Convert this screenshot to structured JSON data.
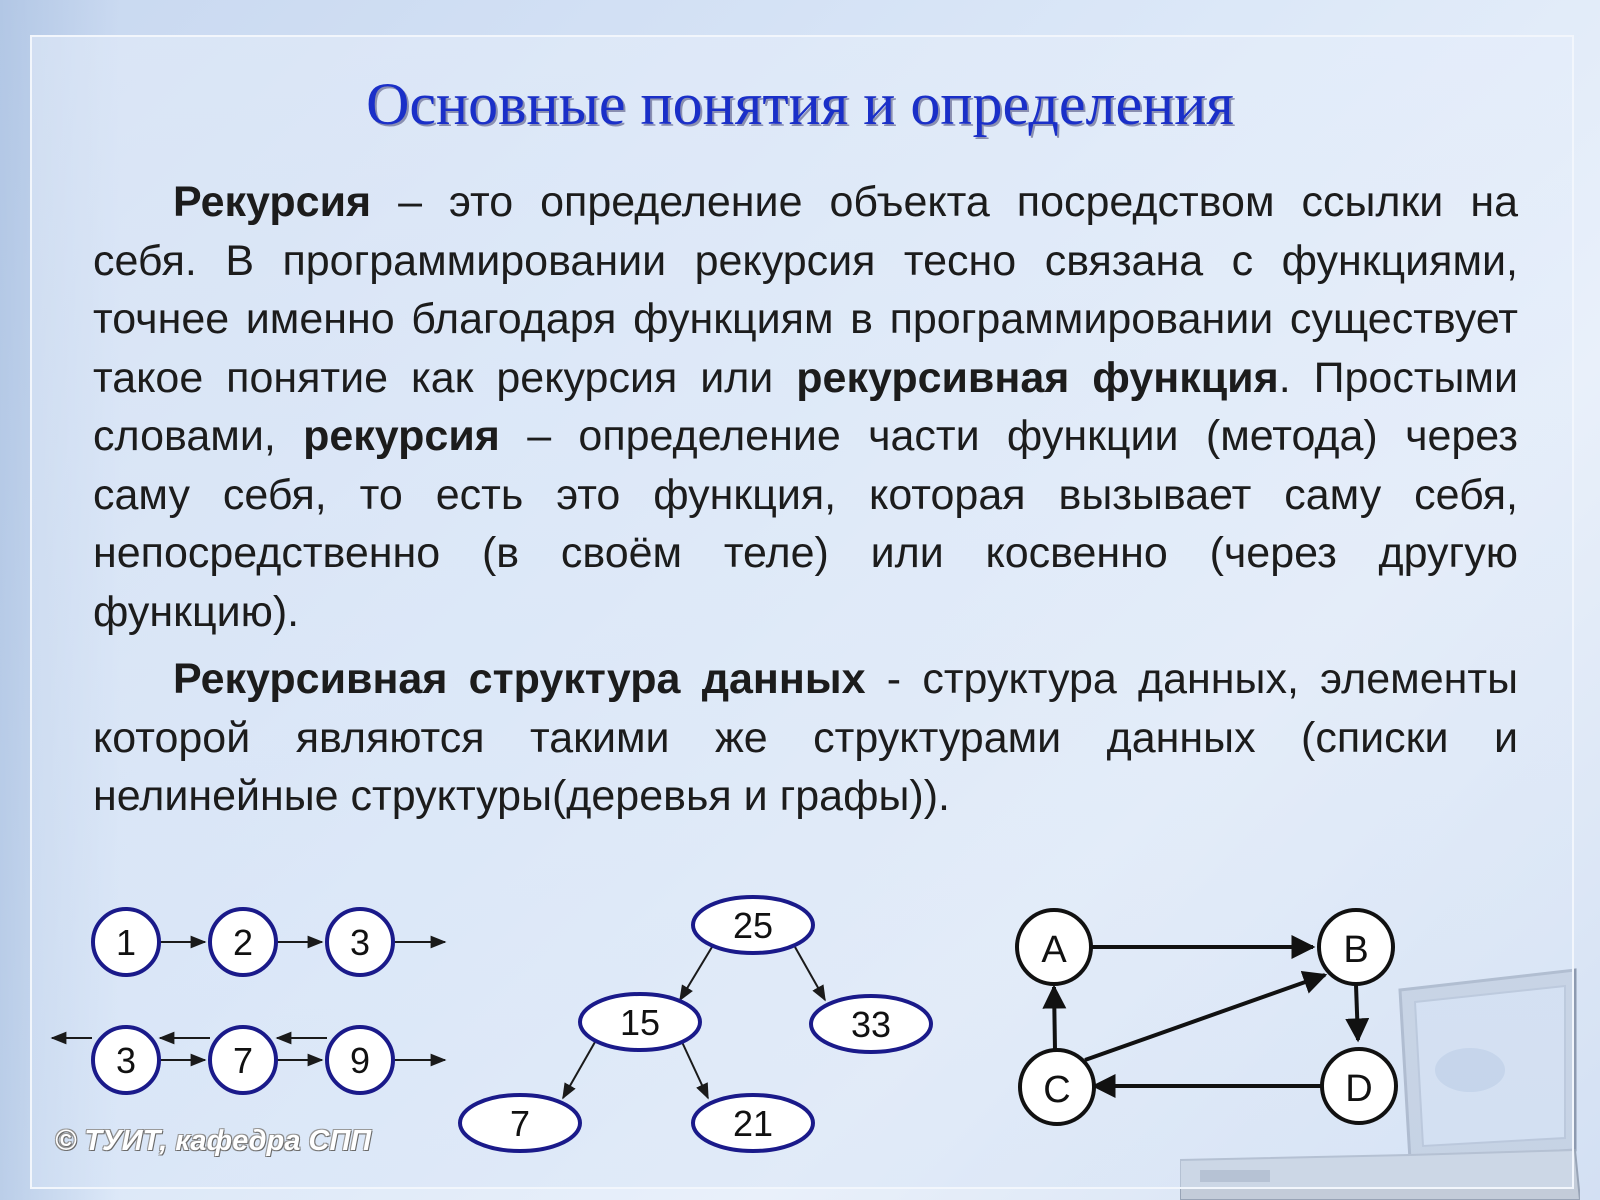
{
  "title": "Основные понятия и определения",
  "paragraph1": {
    "t1": "Рекурсия",
    "t2": " – это определение объекта посредством ссылки на себя. В программировании рекурсия тесно связана с функциями, точнее именно благодаря функциям в программировании существует такое понятие как рекурсия или ",
    "t3": "рекурсивная функция",
    "t4": ". Простыми словами, ",
    "t5": "рекурсия",
    "t6": " – определение части функции (метода) через саму себя, то есть это функция, которая вызывает саму себя, непосредственно (в своём теле) или косвенно (через другую функцию)."
  },
  "paragraph2": {
    "t1": "Рекурсивная структура данных",
    "t2": " - структура данных, элементы которой являются такими же структурами данных (списки и нелинейные структуры(деревья и графы))."
  },
  "diagrams": {
    "list1": [
      "1",
      "2",
      "3"
    ],
    "list2": [
      "3",
      "7",
      "9"
    ],
    "tree": {
      "root": "25",
      "left": "15",
      "right": "33",
      "left_left": "7",
      "left_right": "21"
    },
    "graph": {
      "a": "A",
      "b": "B",
      "c": "C",
      "d": "D"
    }
  },
  "footer": "© ТУИТ, кафедра СПП"
}
